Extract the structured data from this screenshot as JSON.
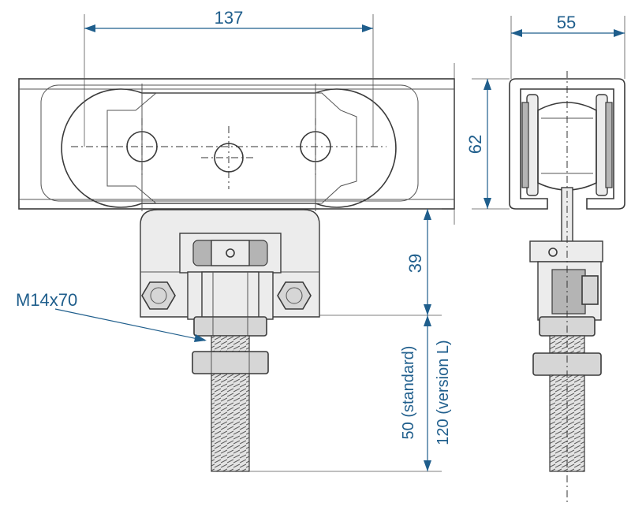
{
  "dimensions": {
    "width_top": "137",
    "width_side": "55",
    "height_side": "62",
    "height_39": "39",
    "length_standard": "50 (standard)",
    "length_version_l": "120 (version L)",
    "bolt_label": "M14x70"
  }
}
